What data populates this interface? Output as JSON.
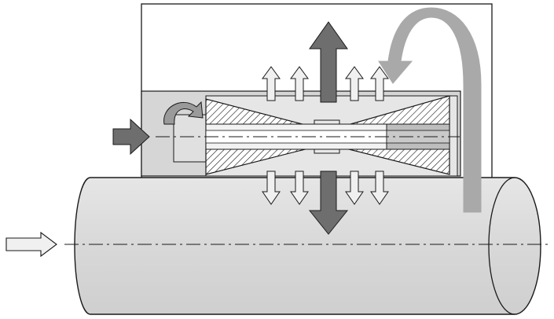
{
  "diagram": {
    "labels": [],
    "colors": {
      "background": "#ffffff",
      "outline": "#1a1a1a",
      "housing_fill": "#ffffff",
      "chamber_fill": "#d6d6d6",
      "body_fill": "#e4e4e4",
      "cylinder_fill": "#dcdcdc",
      "hatch": "#1a1a1a",
      "dark_arrow": "#6e6e6e",
      "light_arrow": "#f0f0f0",
      "return_arrow": "#a9a9a9",
      "bore_fill": "#f2f2f2",
      "core_fill": "#bdbdbd"
    },
    "icons": [
      "axial-input-arrow",
      "rotation-arrow-icon",
      "return-flow-arrow-icon",
      "radial-outflow-arrows",
      "radial-inflow-arrows"
    ]
  }
}
